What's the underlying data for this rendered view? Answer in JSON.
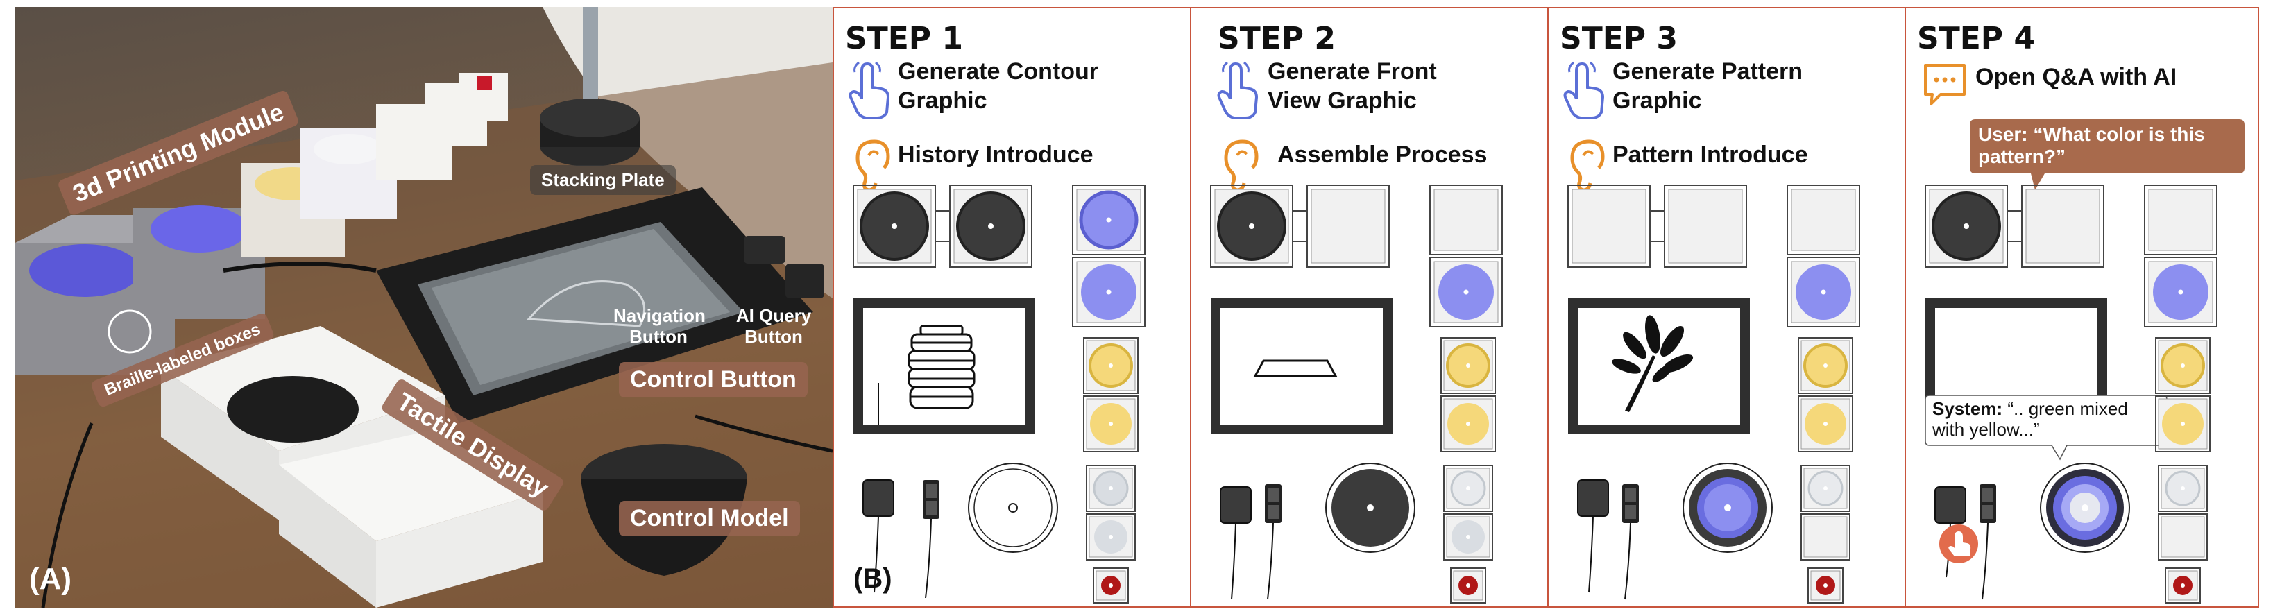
{
  "photo": {
    "panel_label": "(A)",
    "labels": {
      "printing_module": "3d Printing Module",
      "braille_boxes": "Braille-labeled boxes",
      "tactile_display": "Tactile Display",
      "stacking_plate": "Stacking Plate",
      "navigation_button": "Navigation Button",
      "ai_query_button": "AI Query Button",
      "control_button": "Control Button",
      "control_model": "Control Model"
    }
  },
  "diagram": {
    "panel_label": "(B)",
    "colors": {
      "accent_blue": "#5b6fd6",
      "accent_orange": "#e8902a",
      "border": "#c8553d",
      "blue_disc": "#8c8ff0",
      "yellow_disc": "#f5d87a",
      "grey_disc": "#d9dde2",
      "red": "#b01818",
      "dark": "#3b3b3b",
      "bubble": "#a86a4c",
      "hand_badge": "#e26b4c"
    },
    "steps": [
      {
        "title": "STEP 1",
        "action_icon": "hand-pointer-icon",
        "action": "Generate Contour Graphic",
        "audio_icon": "ear-icon",
        "audio": "History Introduce"
      },
      {
        "title": "STEP 2",
        "action_icon": "hand-pointer-icon",
        "action": "Generate Front View Graphic",
        "audio_icon": "ear-icon",
        "audio": "Assemble Process"
      },
      {
        "title": "STEP 3",
        "action_icon": "hand-pointer-icon",
        "action": "Generate Pattern Graphic",
        "audio_icon": "ear-icon",
        "audio": "Pattern Introduce"
      },
      {
        "title": "STEP 4",
        "action_icon": "chat-icon",
        "action": "Open Q&A with AI",
        "user_label": "User:",
        "user_text": "“What color is this pattern?”",
        "system_label": "System:",
        "system_text": "“.. green mixed with yellow...”"
      }
    ]
  }
}
